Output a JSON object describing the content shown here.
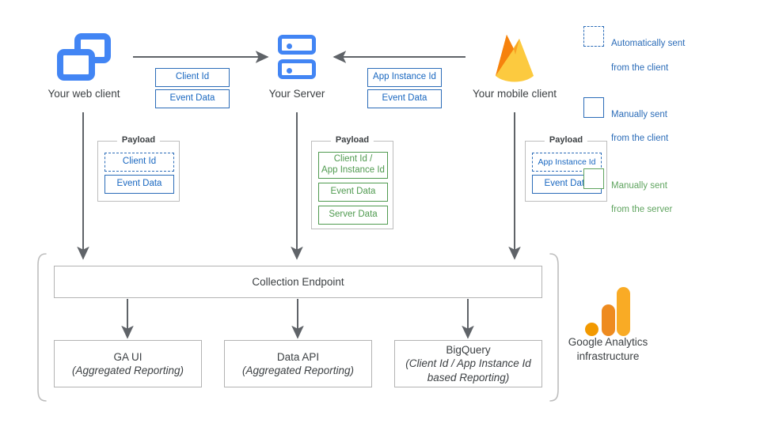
{
  "nodes": {
    "web_client": {
      "label": "Your web client",
      "icon": "browser-window-icon"
    },
    "server": {
      "label": "Your Server",
      "icon": "server-rack-icon"
    },
    "mobile_client": {
      "label": "Your mobile client",
      "icon": "firebase-flame-icon"
    },
    "ga_infra": {
      "label_line1": "Google Analytics",
      "label_line2": "infrastructure",
      "icon": "google-analytics-logo"
    }
  },
  "transit": {
    "web_to_server": [
      {
        "text": "Client Id",
        "style": "blue"
      },
      {
        "text": "Event Data",
        "style": "blue"
      }
    ],
    "mobile_to_server": [
      {
        "text": "App Instance Id",
        "style": "blue"
      },
      {
        "text": "Event Data",
        "style": "blue"
      }
    ]
  },
  "payloads": {
    "legend_title": "Payload",
    "web": {
      "title": "Payload",
      "items": [
        {
          "text": "Client Id",
          "style": "blue-dashed"
        },
        {
          "text": "Event Data",
          "style": "blue"
        }
      ]
    },
    "server": {
      "title": "Payload",
      "items": [
        {
          "text": "Client Id /\nApp Instance Id",
          "style": "green"
        },
        {
          "text": "Event Data",
          "style": "green"
        },
        {
          "text": "Server Data",
          "style": "green"
        }
      ]
    },
    "mobile": {
      "title": "Payload",
      "items": [
        {
          "text": "App Instance Id",
          "style": "blue-dashed"
        },
        {
          "text": "Event Data",
          "style": "blue"
        }
      ]
    }
  },
  "collection": {
    "label": "Collection Endpoint"
  },
  "outputs": [
    {
      "title": "GA UI",
      "subtitle": "(Aggregated Reporting)"
    },
    {
      "title": "Data API",
      "subtitle": "(Aggregated Reporting)"
    },
    {
      "title": "BigQuery",
      "subtitle": "(Client Id / App Instance Id\nbased Reporting)"
    }
  ],
  "legend": [
    {
      "swatch": "dashed-blue-square",
      "line1": "Automatically sent",
      "line2": "from the client",
      "color": "#2b6cb8"
    },
    {
      "swatch": "solid-blue-square",
      "line1": "Manually sent",
      "line2": "from the client",
      "color": "#2b6cb8"
    },
    {
      "swatch": "solid-green-square",
      "line1": "Manually sent",
      "line2": "from the server",
      "color": "#5fa45f"
    }
  ],
  "colors": {
    "blue_accent": "#4285f4",
    "blue_stroke": "#2b6cb8",
    "green_stroke": "#5fa45f",
    "arrow_gray": "#5f6368",
    "box_border": "#b3b3b3",
    "ga_orange": "#f29900",
    "ga_amber": "#f9ab25",
    "firebase_yellow": "#ffc24a",
    "firebase_orange": "#f4bd62"
  }
}
